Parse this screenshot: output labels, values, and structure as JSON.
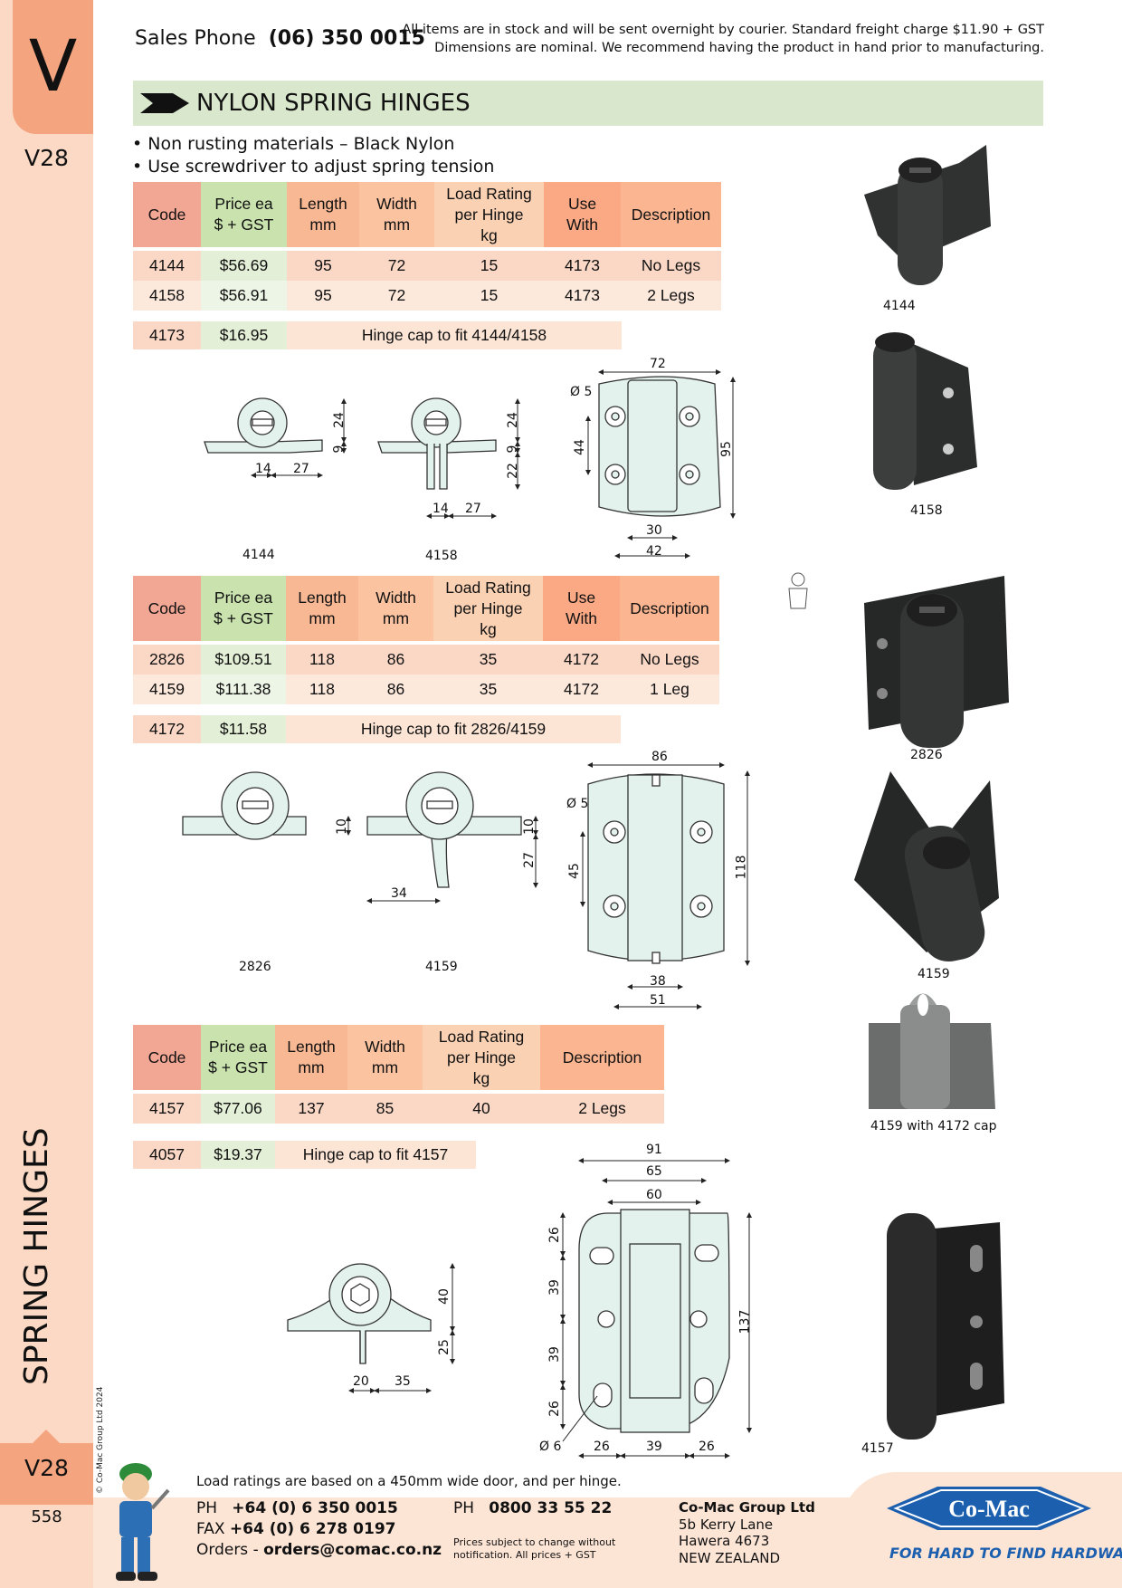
{
  "sidebar": {
    "section_letter": "V",
    "code_top": "V28",
    "code_bottom": "V28",
    "title": "SPRING HINGES",
    "copyright": "© Co-Mac Group Ltd 2024",
    "page_number": "558"
  },
  "header": {
    "sales_label": "Sales Phone",
    "sales_phone": "(06) 350 0015",
    "notice_line1": "All items are in stock and will be sent overnight by courier. Standard freight charge $11.90 + GST",
    "notice_line2": "Dimensions are nominal. We recommend having the product in hand prior to manufacturing."
  },
  "banner": {
    "title": "NYLON SPRING HINGES"
  },
  "bullets": [
    "• Non rusting materials – Black Nylon",
    "• Use screwdriver to adjust spring tension"
  ],
  "table1": {
    "headers": [
      "Code",
      "Price ea\n$ + GST",
      "Length\nmm",
      "Width\nmm",
      "Load Rating\nper Hinge\nkg",
      "Use\nWith",
      "Description"
    ],
    "rows": [
      [
        "4144",
        "$56.69",
        "95",
        "72",
        "15",
        "4173",
        "No Legs"
      ],
      [
        "4158",
        "$56.91",
        "95",
        "72",
        "15",
        "4173",
        "2 Legs"
      ]
    ],
    "cap": {
      "code": "4173",
      "price": "$16.95",
      "desc": "Hinge cap to fit 4144/4158"
    }
  },
  "table2": {
    "headers": [
      "Code",
      "Price ea\n$ + GST",
      "Length\nmm",
      "Width\nmm",
      "Load Rating\nper Hinge\nkg",
      "Use\nWith",
      "Description"
    ],
    "rows": [
      [
        "2826",
        "$109.51",
        "118",
        "86",
        "35",
        "4172",
        "No Legs"
      ],
      [
        "4159",
        "$111.38",
        "118",
        "86",
        "35",
        "4172",
        "1 Leg"
      ]
    ],
    "cap": {
      "code": "4172",
      "price": "$11.58",
      "desc": "Hinge cap to fit 2826/4159"
    }
  },
  "table3": {
    "headers": [
      "Code",
      "Price ea\n$ + GST",
      "Length\nmm",
      "Width\nmm",
      "Load Rating\nper Hinge\nkg",
      "Description"
    ],
    "rows": [
      [
        "4157",
        "$77.06",
        "137",
        "85",
        "40",
        "2 Legs"
      ]
    ],
    "cap": {
      "code": "4057",
      "price": "$19.37",
      "desc": "Hinge cap to fit 4157"
    }
  },
  "photo_labels": [
    "4144",
    "4158",
    "2826",
    "4159",
    "4159 with 4172 cap",
    "4157"
  ],
  "drawing_labels": [
    "4144",
    "4158",
    "2826",
    "4159"
  ],
  "dimensions": {
    "d1": {
      "a": "24",
      "b": "9",
      "c": "14",
      "d": "27"
    },
    "d2": {
      "a": "24",
      "b": "9",
      "c": "22",
      "d": "14",
      "e": "27"
    },
    "d3": {
      "w": "72",
      "h": "95",
      "hole": "Ø 5",
      "s": "44",
      "i": "30",
      "o": "42"
    },
    "d4": {
      "a": "10"
    },
    "d5": {
      "a": "10",
      "b": "27",
      "c": "34"
    },
    "d6": {
      "w": "86",
      "h": "118",
      "hole": "Ø 5",
      "s": "45",
      "i": "38",
      "o": "51"
    },
    "d7": {
      "a": "40",
      "b": "25",
      "c": "20",
      "d": "35"
    },
    "d8": {
      "w1": "91",
      "w2": "65",
      "w3": "60",
      "h": "137",
      "v1": "26",
      "v2": "39",
      "v3": "39",
      "v4": "26",
      "hole": "Ø 6",
      "b1": "26",
      "b2": "39",
      "b3": "26"
    }
  },
  "footer": {
    "note": "Load ratings are based on a 450mm wide door, and per hinge.",
    "ph_label": "PH",
    "ph": "+64 (0) 6 350 0015",
    "fax_label": "FAX",
    "fax": "+64 (0) 6 278 0197",
    "orders_label": "Orders -",
    "orders": "orders@comac.co.nz",
    "ph2_label": "PH",
    "ph2": "0800 33 55 22",
    "prices_note1": "Prices subject to change without",
    "prices_note2": "notification. All prices + GST",
    "company": "Co-Mac Group Ltd",
    "addr1": "5b Kerry Lane",
    "addr2": "Hawera 4673",
    "addr3": "NEW ZEALAND",
    "logo_text": "Co-Mac",
    "tagline": "FOR HARD TO FIND HARDWARE"
  },
  "colors": {
    "accent_orange": "#f4a47e",
    "sidebar": "#fbd9c4",
    "banner_green": "#d9e8cc",
    "logo_blue": "#1b5fae"
  }
}
